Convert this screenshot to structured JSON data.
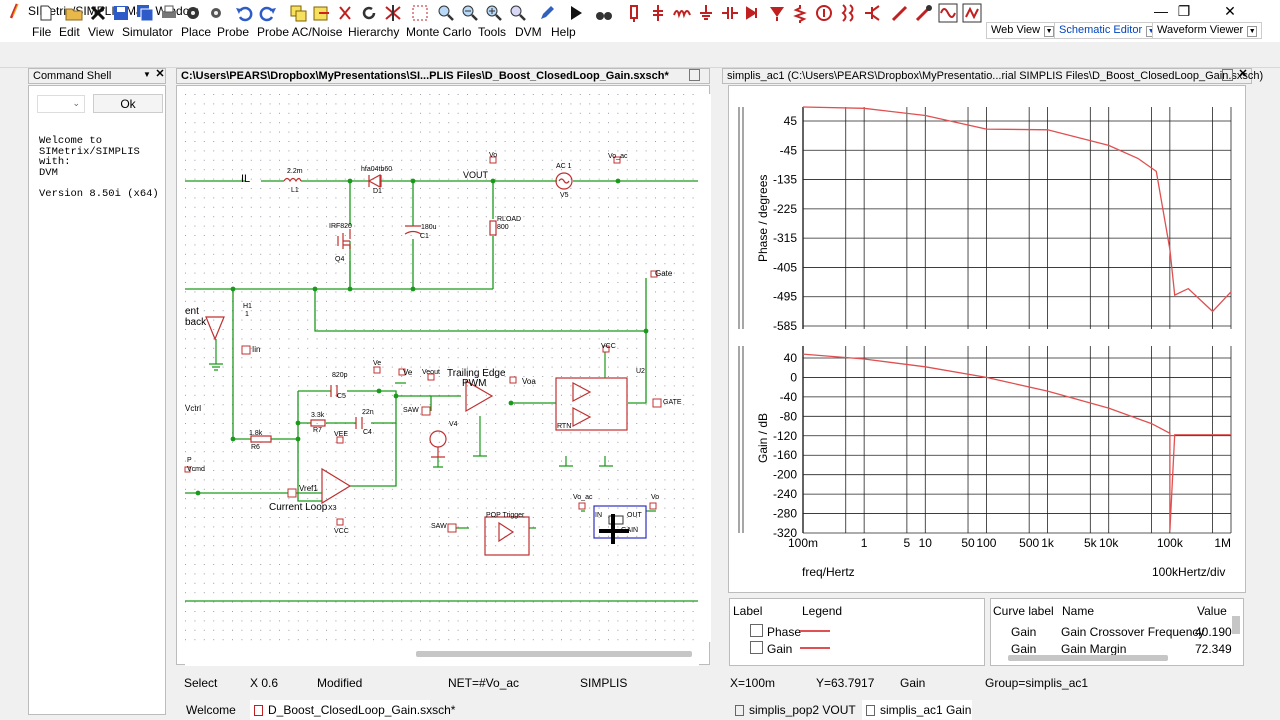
{
  "window": {
    "title": "SIMetrix/SIMPLIS Main Window"
  },
  "menu": [
    "File",
    "Edit",
    "View",
    "Simulator",
    "Place",
    "Probe",
    "Probe AC/Noise",
    "Hierarchy",
    "Monte Carlo",
    "Tools",
    "DVM",
    "Help"
  ],
  "view_selectors": [
    "Web View",
    "Schematic Editor",
    "Waveform Viewer"
  ],
  "command_shell": {
    "title": "Command Shell",
    "ok_label": "Ok",
    "text": "Welcome to\nSIMetrix/SIMPLIS\nwith:\nDVM\n\nVersion 8.50i (x64)"
  },
  "schematic": {
    "tab_title": "C:\\Users\\PEARS\\Dropbox\\MyPresentations\\SI...PLIS Files\\D_Boost_ClosedLoop_Gain.sxsch*",
    "labels": {
      "il": "IL",
      "l1_val": "2.2m",
      "l1": "L1",
      "d1_val": "hfa04tb60",
      "d1": "D1",
      "vout": "VOUT",
      "vo": "Vo",
      "ac1": "AC 1",
      "v5": "V5",
      "vo_ac": "Vo_ac",
      "q4_val": "IRF820",
      "q4": "Q4",
      "c1_val": "180u",
      "c1": "C1",
      "rload": "RLOAD",
      "rload_val": "800",
      "gate": "Gate",
      "h1": "H1",
      "h1_1": "1",
      "ent": "ent",
      "back": "back",
      "iin": "Iin",
      "c5_val": "820p",
      "c5": "C5",
      "ve": "Ve",
      "veout": "Veout",
      "trailing1": "Trailing Edge",
      "trailing2": "PWM",
      "voa": "Voa",
      "vcc": "VCC",
      "u2": "U2",
      "r7_val": "3.3k",
      "r7": "R7",
      "c4_val": "22n",
      "c4": "C4",
      "saw": "SAW",
      "v4": "V4",
      "gate2": "GATE",
      "rtn": "RTN",
      "vctrl": "Vctrl",
      "r6_val": "1.8k",
      "r6": "R6",
      "vee": "VEE",
      "p": "P",
      "vcmd": "Vcmd",
      "vref1": "Vref1",
      "x3": "X3",
      "current_loop": "Current Loop",
      "vcc2": "VCC",
      "vo_ac2": "Vo_ac",
      "vo2": "Vo",
      "in": "IN",
      "out": "OUT",
      "gain": "GAIN",
      "saw2": "SAW",
      "pop": "POP Trigger"
    }
  },
  "waveform": {
    "tab_title": "simplis_ac1 (C:\\Users\\PEARS\\Dropbox\\MyPresentatio...rial SIMPLIS Files\\D_Boost_ClosedLoop_Gain.sxsch)",
    "x_label": "freq/Hertz",
    "x_div": "100kHertz/div",
    "x_ticks": [
      "100m",
      "1",
      "5",
      "10",
      "50",
      "100",
      "500",
      "1k",
      "5k",
      "10k",
      "100k",
      "1M"
    ],
    "phase_axis_label": "Phase / degrees",
    "gain_axis_label": "Gain / dB",
    "phase_ticks": [
      "45",
      "-45",
      "-135",
      "-225",
      "-315",
      "-405",
      "-495",
      "-585"
    ],
    "gain_ticks": [
      "40",
      "0",
      "-40",
      "-80",
      "-120",
      "-160",
      "-200",
      "-240",
      "-280",
      "-320"
    ],
    "curve_color": "#e05050"
  },
  "chart_data": [
    {
      "type": "line",
      "ylabel": "Phase / degrees",
      "xlabel": "freq/Hertz",
      "xscale": "log",
      "ylim": [
        -585,
        90
      ],
      "series": [
        {
          "name": "Phase",
          "x": [
            0.1,
            1,
            10,
            100,
            1000,
            10000,
            30000,
            60000,
            100000,
            120000,
            200000,
            500000,
            1000000
          ],
          "values": [
            89,
            84,
            62,
            20,
            18,
            -30,
            -70,
            -110,
            -350,
            -490,
            -470,
            -540,
            -480
          ]
        }
      ]
    },
    {
      "type": "line",
      "ylabel": "Gain / dB",
      "xlabel": "freq/Hertz",
      "xscale": "log",
      "ylim": [
        -320,
        60
      ],
      "series": [
        {
          "name": "Gain",
          "x": [
            0.1,
            1,
            10,
            100,
            1000,
            10000,
            50000,
            100000,
            100001,
            120000,
            1000000
          ],
          "values": [
            48,
            38,
            22,
            0,
            -28,
            -63,
            -95,
            -115,
            -315,
            -118,
            -118
          ]
        }
      ]
    }
  ],
  "legend": {
    "label_header": "Label",
    "legend_header": "Legend",
    "items": [
      "Phase",
      "Gain"
    ],
    "curve_header": "Curve label",
    "name_header": "Name",
    "value_header": "Value",
    "row1": {
      "curve": "Gain",
      "name": "Gain Crossover Frequency",
      "value": "40.190"
    },
    "row2": {
      "curve": "Gain",
      "name": "Gain Margin",
      "value": "72.349"
    }
  },
  "status": {
    "mode": "Select",
    "x": "X 0.6",
    "modified": "Modified",
    "net": "NET=#Vo_ac",
    "sim": "SIMPLIS",
    "wx": "X=100m",
    "wy": "Y=63.7917",
    "curve": "Gain",
    "group": "Group=simplis_ac1"
  },
  "tabs": {
    "welcome": "Welcome",
    "schematic": "D_Boost_ClosedLoop_Gain.sxsch*",
    "pop2": "simplis_pop2 VOUT",
    "ac1": "simplis_ac1 Gain"
  }
}
